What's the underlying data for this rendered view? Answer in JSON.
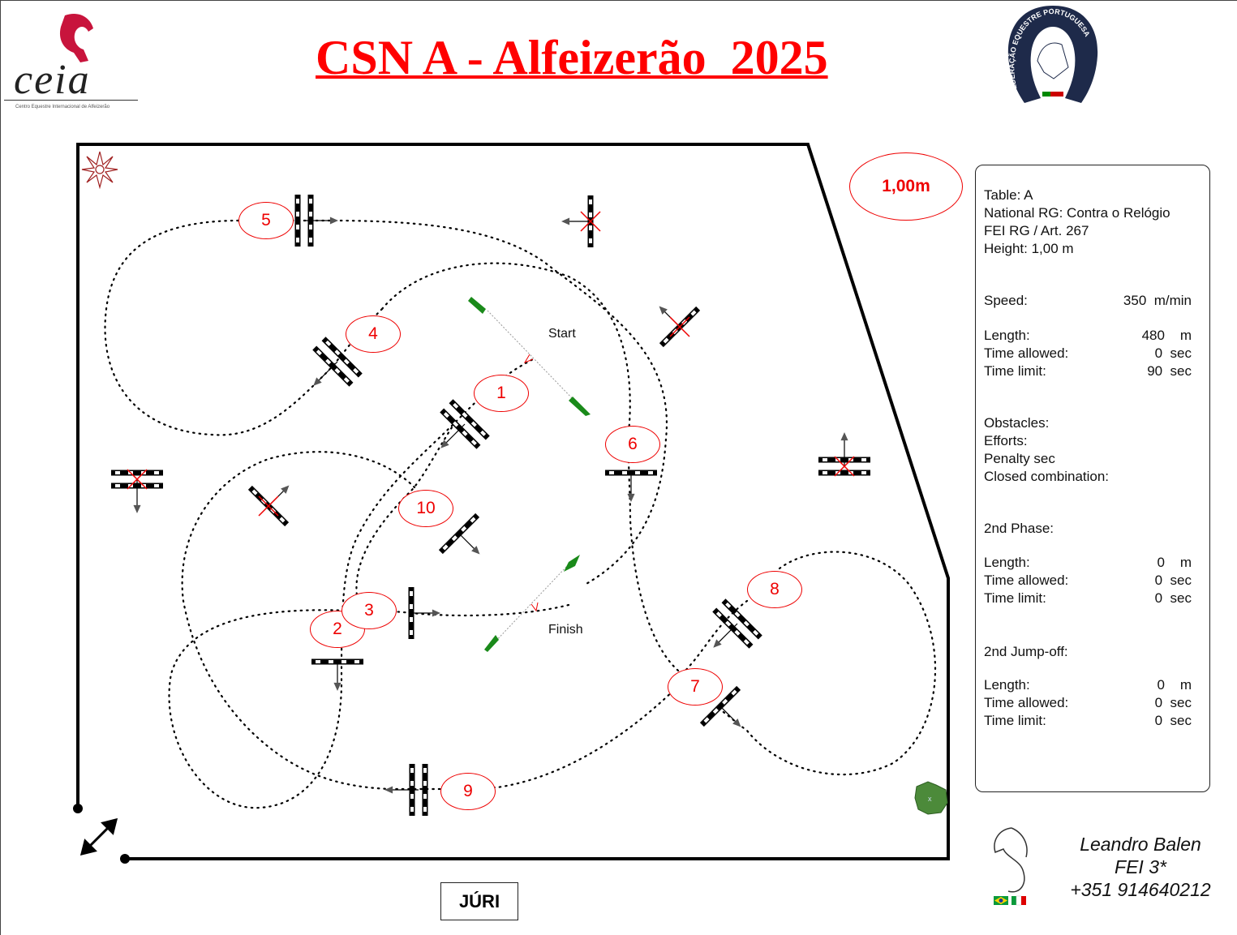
{
  "header": {
    "title": "CSN A - Alfeizerão  2025",
    "left_logo": {
      "name": "ceia",
      "subtitle": "Centro Equestre Internacional de Alfeizerão"
    },
    "right_logo": {
      "text": "FEDERAÇÃO EQUESTRE PORTUGUESA"
    }
  },
  "course": {
    "height_badge": "1,00m",
    "start_label": "Start",
    "finish_label": "Finish",
    "obstacles": [
      "1",
      "2",
      "3",
      "4",
      "5",
      "6",
      "7",
      "8",
      "9",
      "10"
    ],
    "jury_label": "JÚRI"
  },
  "info": {
    "table": "Table: A",
    "national_rg": "National RG: Contra o Relógio",
    "fei_rg": "FEI RG / Art. 267",
    "height": "Height: 1,00  m",
    "speed": {
      "label": "Speed:",
      "value": "350  m/min"
    },
    "phase1": [
      {
        "label": "Length:",
        "value": "480    m"
      },
      {
        "label": "Time allowed:",
        "value": "0  sec"
      },
      {
        "label": "Time limit:",
        "value": "90  sec"
      }
    ],
    "obstacles": "Obstacles:",
    "efforts": "Efforts:",
    "penalty": "Penalty sec",
    "closed": "Closed combination:",
    "phase2_title": "2nd Phase:",
    "phase2": [
      {
        "label": "Length:",
        "value": "0    m"
      },
      {
        "label": "Time allowed:",
        "value": "0  sec"
      },
      {
        "label": "Time limit:",
        "value": "0  sec"
      }
    ],
    "jumpoff_title": "2nd Jump-off:",
    "jumpoff": [
      {
        "label": "Length:",
        "value": "0    m"
      },
      {
        "label": "Time allowed:",
        "value": "0  sec"
      },
      {
        "label": "Time limit:",
        "value": "0  sec"
      }
    ]
  },
  "designer": {
    "name": "Leandro Balen",
    "level": "FEI 3*",
    "phone": "+351 914640212"
  },
  "colors": {
    "accent": "#ff0000",
    "start_flag": "#1a8a1a"
  }
}
